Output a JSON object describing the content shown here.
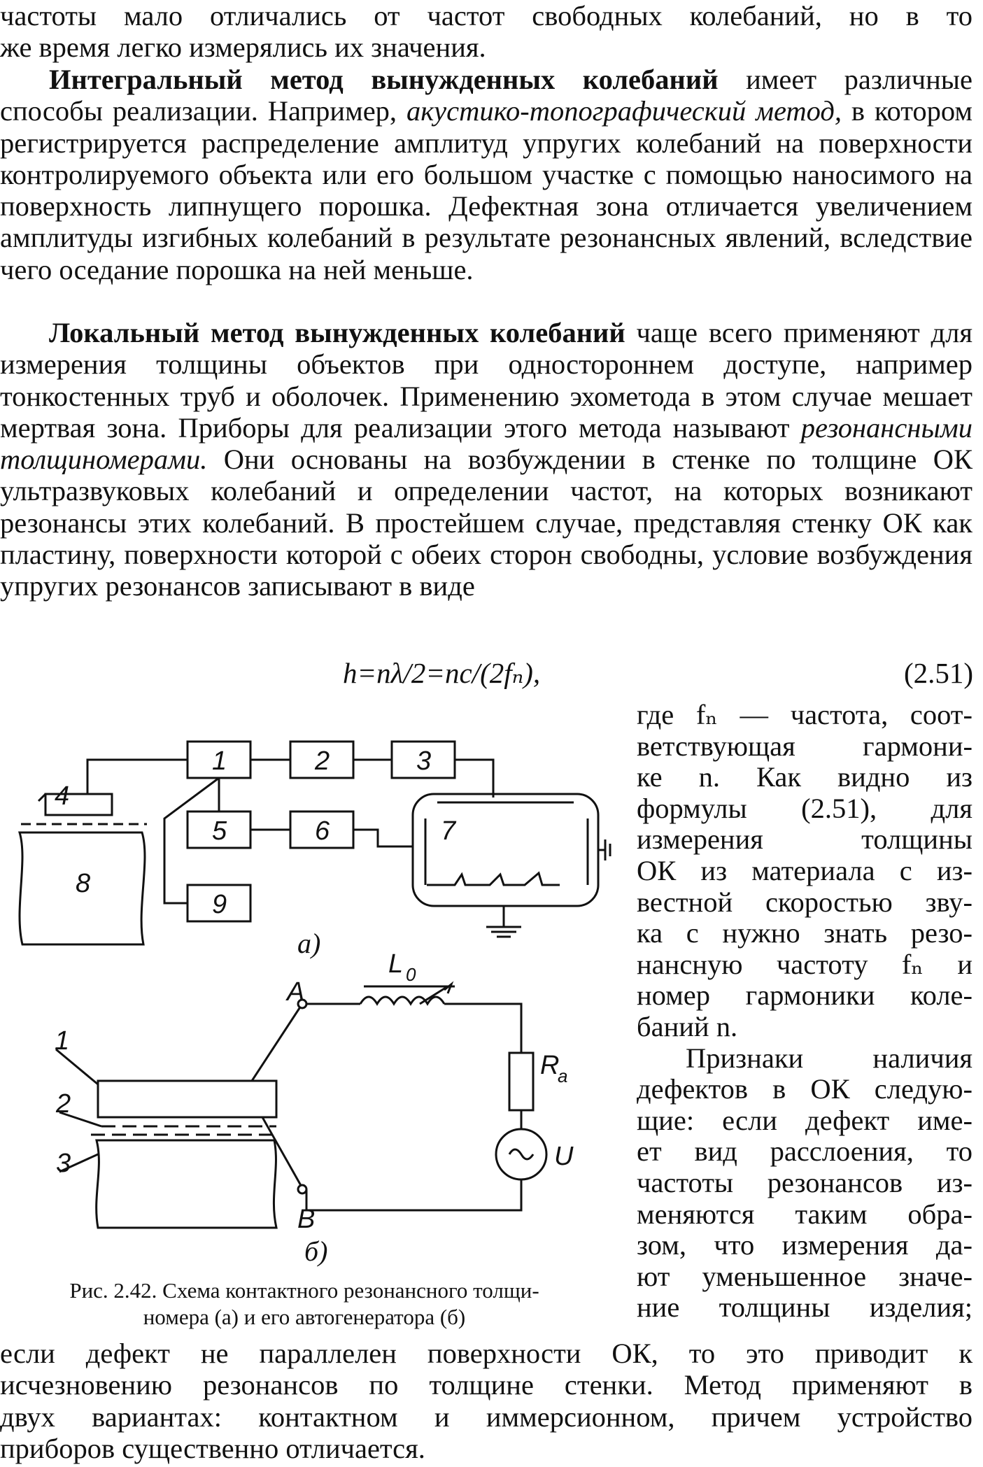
{
  "para1": {
    "line1": "частоты мало отличались от частот свободных колебаний, но в то",
    "line2": "же время легко измерялись их значения."
  },
  "para2": {
    "bold": "Интегральный метод вынужденных колебаний",
    "text1": " имеет различные способы реализации. Например, ",
    "italic": "акустико-топографический метод,",
    "text2": " в котором регистрируется распределение амплитуд упругих колебаний на поверхности контролируемого объекта или его большом участке с помощью наносимого на поверхность липнущего порошка. Дефектная зона отличается увеличением амплитуды изгибных колебаний в результате резонансных явлений, вследствие чего оседание порошка на ней меньше."
  },
  "para3": {
    "bold": "Локальный метод вынужденных колебаний",
    "text1": " чаще всего применяют для измерения толщины объектов при одностороннем доступе, например тонкостенных труб и оболочек. Применению эхометода в этом случае мешает мертвая зона. Приборы для реализации этого метода называют ",
    "italic": "резонансными толщиномерами.",
    "text2": " Они основаны на возбуждении в стенке по толщине ОК ультразвуковых колебаний и определении частот, на которых возникают резонансы этих колебаний. В простейшем случае, представляя стенку ОК как пластину, поверхности которой с обеих сторон свободны, условие возбуждения упругих резонансов записывают в виде"
  },
  "equation": {
    "formula": "h=nλ/2=nc/(2fₙ),",
    "number": "(2.51)"
  },
  "side_text": {
    "lines": [
      "где fₙ — частота, соот-",
      "ветствующая гармони-",
      "ке n. Как видно из",
      "формулы (2.51), для",
      "измерения толщины",
      "ОК из материала с из-",
      "вестной скоростью зву-",
      "ка c нужно знать резо-",
      "нансную частоту fₙ и",
      "номер гармоники коле-",
      "баний n."
    ],
    "lines2": [
      "Признаки наличия",
      "дефектов в ОК следую-",
      "щие: если дефект име-",
      "ет вид расслоения, то",
      "частоты резонансов из-",
      "меняются таким обра-",
      "зом, что измерения да-",
      "ют уменьшенное значе-",
      "ние толщины изделия;"
    ]
  },
  "bottom_text": {
    "lines": [
      "если дефект не параллелен поверхности ОК, то это приводит к",
      "исчезновению резонансов по толщине стенки. Метод применяют в",
      "двух вариантах: контактном и иммерсионном, причем устройство",
      "приборов существенно отличается."
    ]
  },
  "figure": {
    "caption_line1": "Рис. 2.42. Схема контактного резонансного толщи-",
    "caption_line2": "номера (а) и его автогенератора (б)",
    "label_a": "а)",
    "label_b": "б)",
    "a_blocks": [
      "1",
      "2",
      "3",
      "4",
      "5",
      "6",
      "7",
      "8",
      "9"
    ],
    "b_labels": {
      "n1": "1",
      "n2": "2",
      "n3": "3",
      "A": "A",
      "B": "B",
      "L": "L",
      "L_sub": "0",
      "R": "R",
      "R_sub": "a",
      "U": "U"
    }
  }
}
